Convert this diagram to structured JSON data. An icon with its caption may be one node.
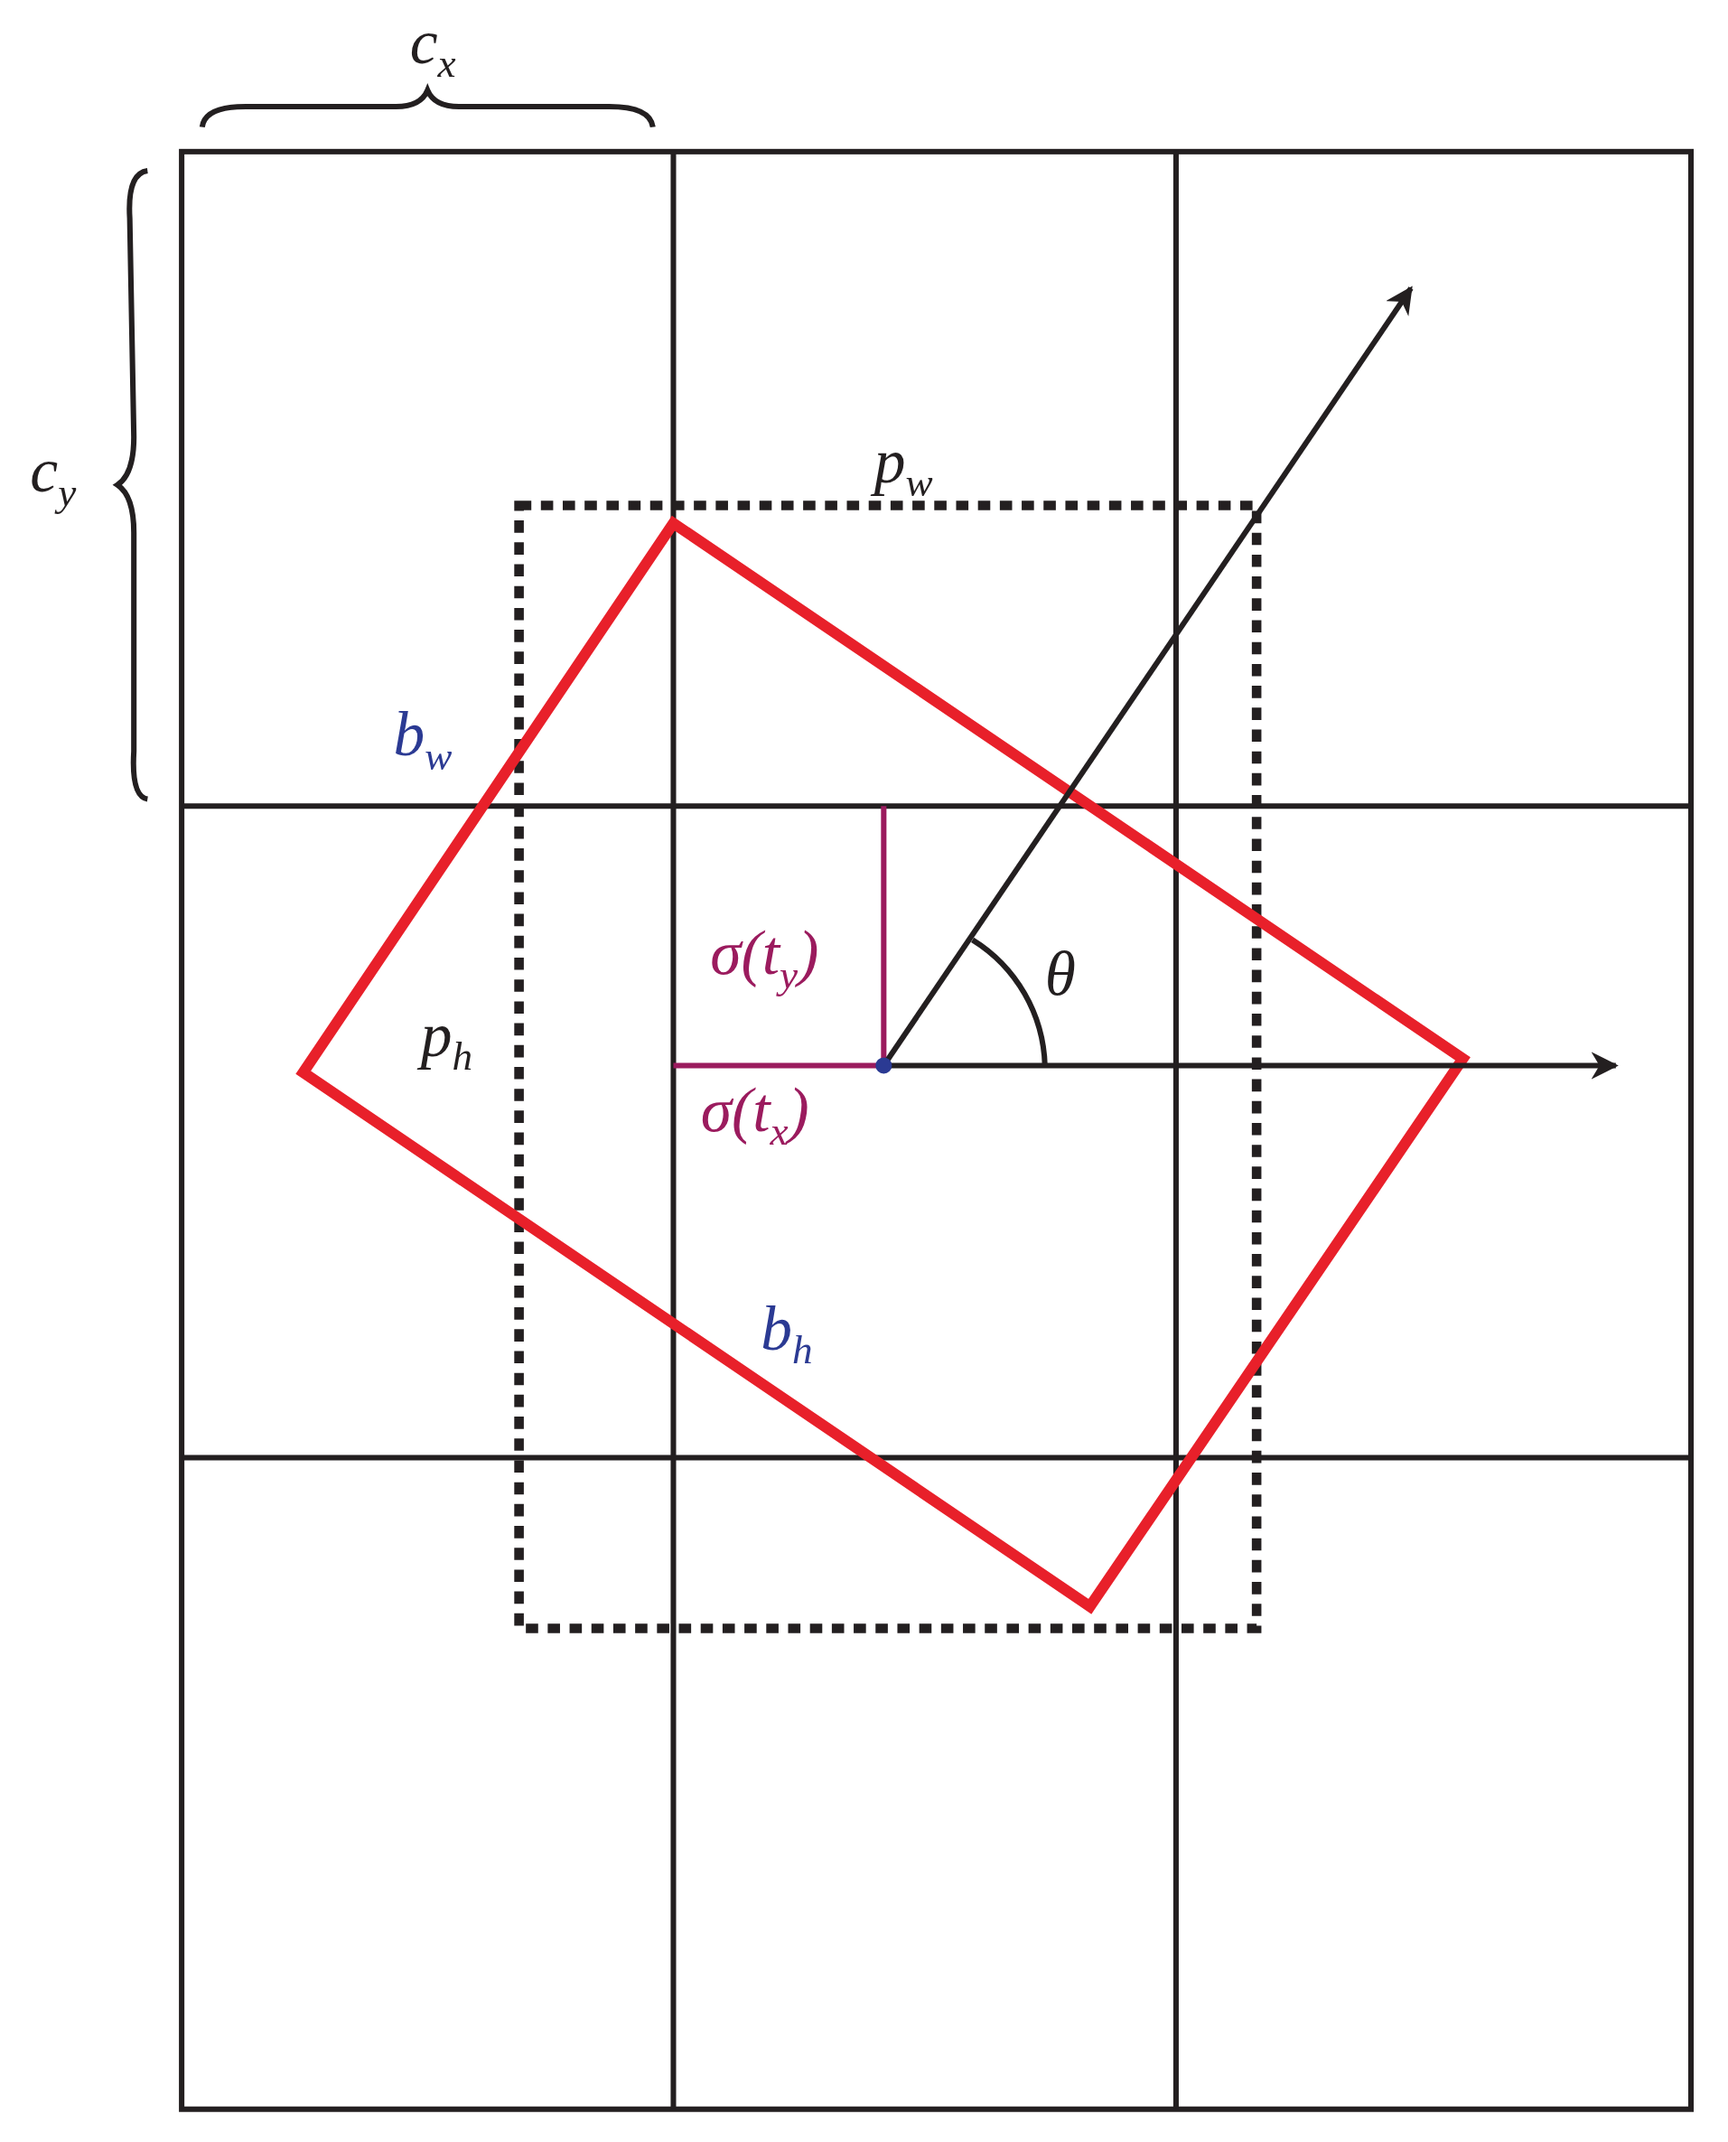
{
  "diagram": {
    "labels": [
      "c$_{x}$",
      "c$_{y}$",
      "p$_{w}$",
      "b$_{w}$",
      "σ(t$_{y}$)",
      "θ",
      "p$_{h}$",
      "σ(t$_{x}$)",
      "b$_{h}$"
    ]
  }
}
